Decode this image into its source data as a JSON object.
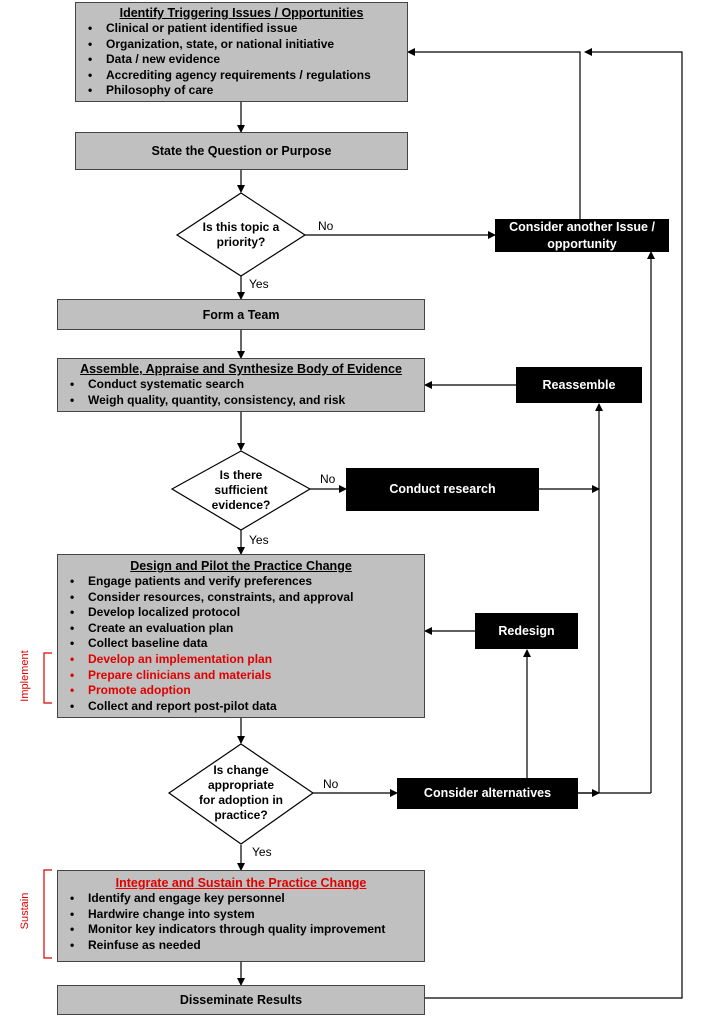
{
  "boxes": {
    "identify": {
      "title": "Identify Triggering Issues / Opportunities",
      "items": [
        "Clinical or patient identified issue",
        "Organization, state, or national initiative",
        "Data / new evidence",
        "Accrediting agency requirements / regulations",
        "Philosophy of care"
      ]
    },
    "state_question": "State the Question or Purpose",
    "form_team": "Form a Team",
    "assemble": {
      "title": "Assemble, Appraise and Synthesize Body of Evidence",
      "items": [
        "Conduct systematic search",
        "Weigh quality, quantity, consistency, and risk"
      ]
    },
    "design": {
      "title": "Design and Pilot the Practice Change",
      "items": [
        "Engage patients and verify preferences",
        "Consider resources, constraints, and approval",
        "Develop localized protocol",
        "Create an evaluation plan",
        "Collect baseline data",
        "Develop an implementation plan",
        "Prepare clinicians and materials",
        "Promote adoption",
        "Collect and report post-pilot data"
      ]
    },
    "integrate": {
      "title": "Integrate and Sustain the Practice Change",
      "items": [
        "Identify and engage key personnel",
        "Hardwire change into system",
        "Monitor key indicators through quality improvement",
        "Reinfuse as needed"
      ]
    },
    "disseminate": "Disseminate Results"
  },
  "decisions": {
    "priority": "Is this topic a priority?",
    "evidence": "Is there sufficient evidence?",
    "change": "Is change appropriate for adoption in practice?"
  },
  "actions": {
    "consider_another": "Consider another Issue / opportunity",
    "reassemble": "Reassemble",
    "conduct_research": "Conduct research",
    "redesign": "Redesign",
    "consider_alternatives": "Consider alternatives"
  },
  "labels": {
    "yes": "Yes",
    "no": "No",
    "implement": "Implement",
    "sustain": "Sustain"
  },
  "colors": {
    "box_fill": "#c0c0c0",
    "action_fill": "#000000",
    "highlight": "#e00000"
  }
}
